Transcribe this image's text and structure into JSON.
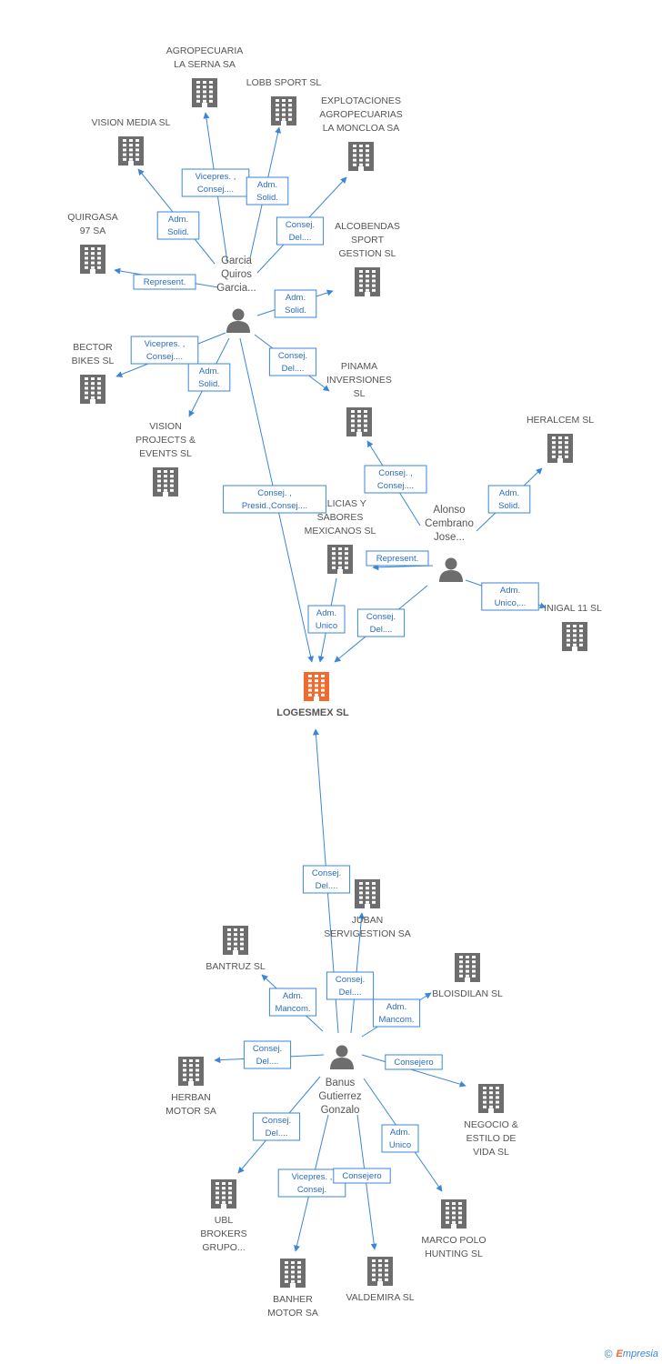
{
  "colors": {
    "edge": "#3b86d8",
    "building": "#6d6d6d",
    "center_building": "#f26a2d",
    "person": "#6d6d6d",
    "label": "#555555"
  },
  "center": {
    "id": "logesmex",
    "label": "LOGESMEX SL",
    "icon": "building-icon"
  },
  "persons": [
    {
      "id": "garcia",
      "lines": [
        "Garcia",
        "Quiros",
        "Garcia..."
      ],
      "icon": "person-icon"
    },
    {
      "id": "alonso",
      "lines": [
        "Alonso",
        "Cembrano",
        "Jose..."
      ],
      "icon": "person-icon"
    },
    {
      "id": "banus",
      "lines": [
        "Banus",
        "Gutierrez",
        "Gonzalo"
      ],
      "icon": "person-icon"
    }
  ],
  "companies": [
    {
      "id": "agropecuaria",
      "lines": [
        "AGROPECUARIA",
        "LA SERNA SA"
      ]
    },
    {
      "id": "lobb",
      "lines": [
        "LOBB SPORT SL"
      ]
    },
    {
      "id": "explotaciones",
      "lines": [
        "EXPLOTACIONES",
        "AGROPECUARIAS",
        "LA MONCLOA SA"
      ]
    },
    {
      "id": "vision_media",
      "lines": [
        "VISION MEDIA SL"
      ]
    },
    {
      "id": "quirgasa",
      "lines": [
        "QUIRGASA",
        "97 SA"
      ]
    },
    {
      "id": "alcobendas",
      "lines": [
        "ALCOBENDAS",
        "SPORT",
        "GESTION  SL"
      ]
    },
    {
      "id": "bector",
      "lines": [
        "BECTOR",
        "BIKES  SL"
      ]
    },
    {
      "id": "pinama",
      "lines": [
        "PINAMA",
        "INVERSIONES",
        "SL"
      ]
    },
    {
      "id": "vision_projects",
      "lines": [
        "VISION",
        "PROJECTS &",
        "EVENTS SL"
      ]
    },
    {
      "id": "heralcem",
      "lines": [
        "HERALCEM SL"
      ]
    },
    {
      "id": "delicias",
      "lines": [
        "DELICIAS Y",
        "SABORES",
        "MEXICANOS SL"
      ]
    },
    {
      "id": "inigal",
      "lines": [
        "INIGAL 11 SL"
      ]
    },
    {
      "id": "juban",
      "lines": [
        "JUBAN",
        "SERVIGESTION SA"
      ]
    },
    {
      "id": "bantruz",
      "lines": [
        "BANTRUZ SL"
      ]
    },
    {
      "id": "bloisdilan",
      "lines": [
        "BLOISDILAN SL"
      ]
    },
    {
      "id": "herban",
      "lines": [
        "HERBAN",
        "MOTOR SA"
      ]
    },
    {
      "id": "negocio",
      "lines": [
        "NEGOCIO &",
        "ESTILO DE",
        "VIDA  SL"
      ]
    },
    {
      "id": "ubl",
      "lines": [
        "UBL",
        "BROKERS",
        "GRUPO..."
      ]
    },
    {
      "id": "marco_polo",
      "lines": [
        "MARCO POLO",
        "HUNTING SL"
      ]
    },
    {
      "id": "banher",
      "lines": [
        "BANHER",
        "MOTOR SA"
      ]
    },
    {
      "id": "valdemira",
      "lines": [
        "VALDEMIRA SL"
      ]
    }
  ],
  "edges": [
    {
      "from": "garcia",
      "to": "agropecuaria",
      "label": [
        "Vicepres. ,",
        "Consej...."
      ]
    },
    {
      "from": "garcia",
      "to": "lobb",
      "label": [
        "Adm.",
        "Solid."
      ]
    },
    {
      "from": "garcia",
      "to": "explotaciones",
      "label": [
        "Consej.",
        "Del...."
      ]
    },
    {
      "from": "garcia",
      "to": "vision_media",
      "label": [
        "Adm.",
        "Solid."
      ]
    },
    {
      "from": "garcia",
      "to": "quirgasa",
      "label": [
        "Represent."
      ]
    },
    {
      "from": "garcia",
      "to": "alcobendas",
      "label": [
        "Adm.",
        "Solid."
      ]
    },
    {
      "from": "garcia",
      "to": "bector",
      "label": [
        "Vicepres. ,",
        "Consej...."
      ]
    },
    {
      "from": "garcia",
      "to": "vision_projects",
      "label": [
        "Adm.",
        "Solid."
      ]
    },
    {
      "from": "garcia",
      "to": "pinama",
      "label": [
        "Consej.",
        "Del...."
      ]
    },
    {
      "from": "garcia",
      "to": "logesmex",
      "label": [
        "Consej. ,",
        "Presid.,Consej...."
      ]
    },
    {
      "from": "alonso",
      "to": "pinama",
      "label": [
        "Consej. ,",
        "Consej...."
      ]
    },
    {
      "from": "alonso",
      "to": "heralcem",
      "label": [
        "Adm.",
        "Solid."
      ]
    },
    {
      "from": "alonso",
      "to": "delicias",
      "label": [
        "Represent."
      ]
    },
    {
      "from": "alonso",
      "to": "inigal",
      "label": [
        "Adm.",
        "Unico,..."
      ]
    },
    {
      "from": "alonso",
      "to": "logesmex",
      "label": [
        "Consej.",
        "Del...."
      ]
    },
    {
      "from": "delicias",
      "to": "logesmex",
      "label": [
        "Adm.",
        "Unico"
      ]
    },
    {
      "from": "banus",
      "to": "logesmex",
      "label": [
        "Consej.",
        "Del...."
      ]
    },
    {
      "from": "banus",
      "to": "juban",
      "label": [
        "Consej.",
        "Del...."
      ]
    },
    {
      "from": "banus",
      "to": "bantruz",
      "label": [
        "Adm.",
        "Mancom."
      ]
    },
    {
      "from": "banus",
      "to": "bloisdilan",
      "label": [
        "Adm.",
        "Mancom."
      ]
    },
    {
      "from": "banus",
      "to": "herban",
      "label": [
        "Consej.",
        "Del...."
      ]
    },
    {
      "from": "banus",
      "to": "negocio",
      "label": [
        "Consejero"
      ]
    },
    {
      "from": "banus",
      "to": "ubl",
      "label": [
        "Consej.",
        "Del...."
      ]
    },
    {
      "from": "banus",
      "to": "marco_polo",
      "label": [
        "Adm.",
        "Unico"
      ]
    },
    {
      "from": "banus",
      "to": "banher",
      "label": [
        "Vicepres. ,",
        "Consej."
      ]
    },
    {
      "from": "banus",
      "to": "valdemira",
      "label": [
        "Consejero"
      ]
    }
  ],
  "footer": {
    "copyright": "©",
    "brand_initial": "E",
    "brand_rest": "mpresia"
  }
}
